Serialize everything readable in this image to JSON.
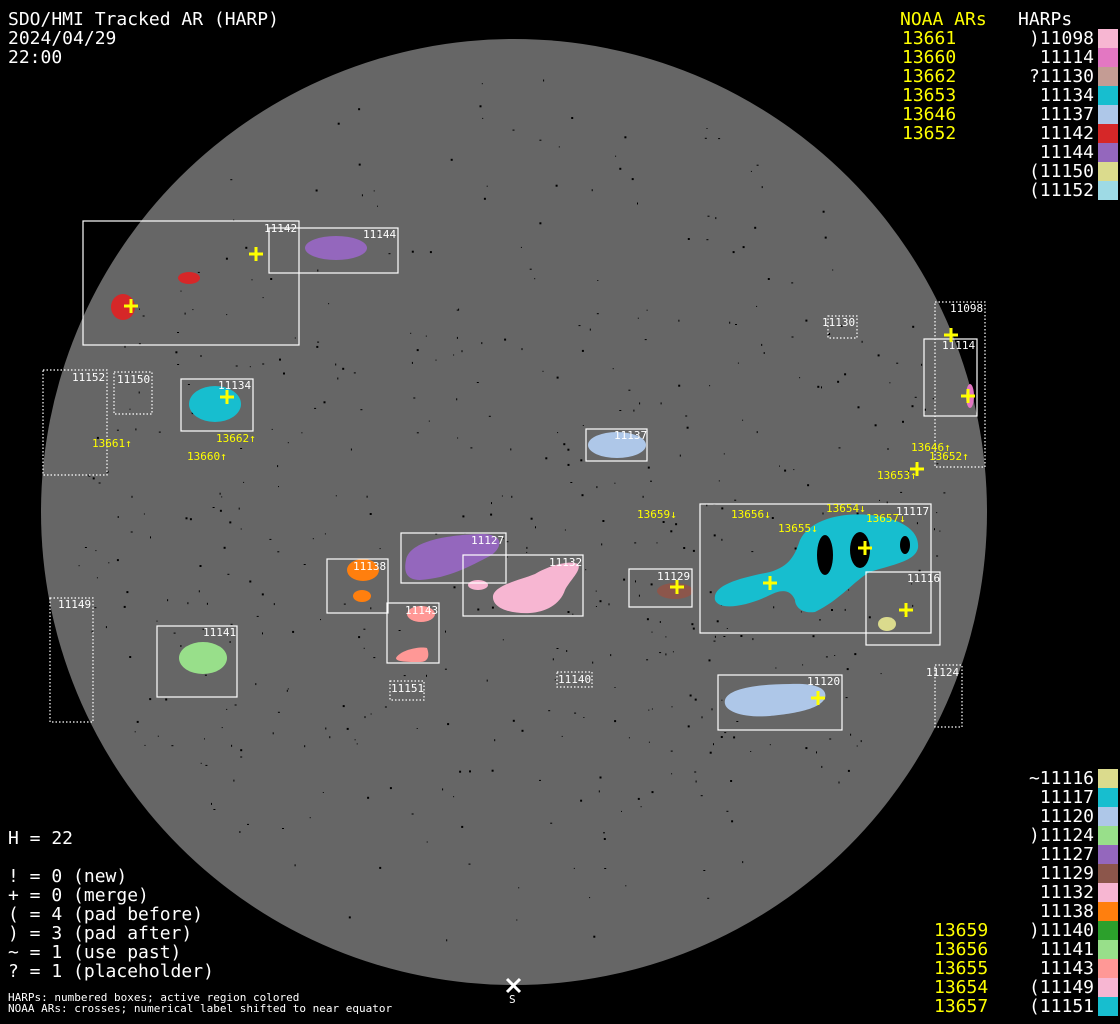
{
  "header": {
    "title": "SDO/HMI Tracked AR (HARP)",
    "date": "2024/04/29",
    "time": "22:00"
  },
  "legend_top": {
    "noaa_header": "NOAA ARs",
    "harp_header": "HARPs",
    "noaa": [
      "13661",
      "13660",
      "13662",
      "13653",
      "13646",
      "13652"
    ],
    "harps": [
      {
        "label": ")11098",
        "color": "#f7b6d2"
      },
      {
        "label": "11114",
        "color": "#e377c2"
      },
      {
        "label": "?11130",
        "color": "#c49c94"
      },
      {
        "label": "11134",
        "color": "#17becf"
      },
      {
        "label": "11137",
        "color": "#aec7e8"
      },
      {
        "label": "11142",
        "color": "#d62728"
      },
      {
        "label": "11144",
        "color": "#9467bd"
      },
      {
        "label": "(11150",
        "color": "#dbdb8d"
      },
      {
        "label": "(11152",
        "color": "#9edae5"
      }
    ]
  },
  "legend_bottom": {
    "noaa": [
      "13659",
      "13656",
      "13655",
      "13654",
      "13657"
    ],
    "harps": [
      {
        "label": "~11116",
        "color": "#dbdb8d"
      },
      {
        "label": "11117",
        "color": "#17becf"
      },
      {
        "label": "11120",
        "color": "#aec7e8"
      },
      {
        "label": ")11124",
        "color": "#98df8a"
      },
      {
        "label": "11127",
        "color": "#9467bd"
      },
      {
        "label": "11129",
        "color": "#8c564b"
      },
      {
        "label": "11132",
        "color": "#f7b6d2"
      },
      {
        "label": "11138",
        "color": "#ff7f0e"
      },
      {
        "label": ")11140",
        "color": "#2ca02c"
      },
      {
        "label": "11141",
        "color": "#98df8a"
      },
      {
        "label": "11143",
        "color": "#ff9896"
      },
      {
        "label": "(11149",
        "color": "#f7b6d2"
      },
      {
        "label": "(11151",
        "color": "#17becf"
      }
    ]
  },
  "stats": {
    "h": "H = 22",
    "lines": [
      "! = 0 (new)",
      "+ = 0 (merge)",
      "( = 4 (pad before)",
      ") = 3 (pad after)",
      "~ = 1 (use past)",
      "? = 1 (placeholder)"
    ]
  },
  "notes": [
    "HARPs: numbered boxes; active region colored",
    "NOAA ARs: crosses; numerical label shifted to near equator"
  ],
  "disk": {
    "south_marker": "S",
    "harp_labels": {
      "h11098": "11098",
      "h11114": "11114",
      "h11130": "11130",
      "h11152": "11152",
      "h11150": "11150",
      "h11134": "11134",
      "h11137": "11137",
      "h11142": "11142",
      "h11144": "11144",
      "h11117": "11117",
      "h11116": "11116",
      "h11129": "11129",
      "h11127": "11127",
      "h11132": "11132",
      "h11138": "11138",
      "h11143": "11143",
      "h11141": "11141",
      "h11149": "11149",
      "h11151": "11151",
      "h11140": "11140",
      "h11120": "11120",
      "h11124": "11124"
    },
    "noaa_labels": {
      "n13661": "13661↑",
      "n13660": "13660↑",
      "n13662": "13662↑",
      "n13646": "13646↑",
      "n13652": "13652↑",
      "n13653": "13653↑",
      "n13659": "13659↓",
      "n13656": "13656↓",
      "n13655": "13655↓",
      "n13654": "13654↓",
      "n13657": "13657↓"
    }
  }
}
